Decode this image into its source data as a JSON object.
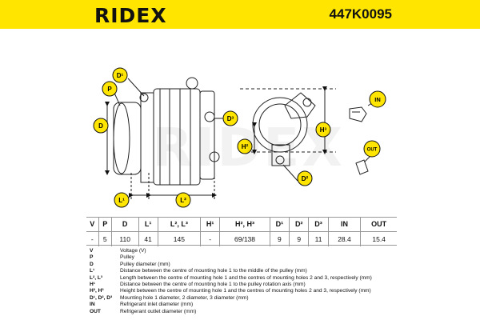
{
  "header": {
    "brand": "RIDEX",
    "part_number": "447K0095",
    "background_color": "#ffe500"
  },
  "drawing": {
    "labels": {
      "d1": "D¹",
      "p": "P",
      "d": "D",
      "l1": "L¹",
      "l2": "L²",
      "d3": "D³",
      "h2": "H²",
      "h3": "H³",
      "d2": "D²",
      "in": "IN",
      "out": "OUT"
    },
    "watermark": "RIDEX"
  },
  "specs": {
    "headers": [
      "V",
      "P",
      "D",
      "L¹",
      "L², L³",
      "H¹",
      "H², H³",
      "D¹",
      "D²",
      "D³",
      "IN",
      "OUT"
    ],
    "values": [
      "-",
      "5",
      "110",
      "41",
      "145",
      "-",
      "69/138",
      "9",
      "9",
      "11",
      "28.4",
      "15.4"
    ]
  },
  "legend": [
    {
      "symbol": "V",
      "desc": "Voltage (V)"
    },
    {
      "symbol": "P",
      "desc": "Pulley"
    },
    {
      "symbol": "D",
      "desc": "Pulley diameter (mm)"
    },
    {
      "symbol": "L¹",
      "desc": "Distance between the centre of mounting hole 1 to the middle of the pulley (mm)"
    },
    {
      "symbol": "L², L³",
      "desc": "Length between the centre of mounting hole 1 and the centres of mounting holes 2 and 3, respectively (mm)"
    },
    {
      "symbol": "H¹",
      "desc": "Distance between the centre of mounting hole 1 to the pulley rotation axis (mm)"
    },
    {
      "symbol": "H², H³",
      "desc": "Height between the centre of mounting hole 1 and the centres of mounting holes 2 and 3, respectively (mm)"
    },
    {
      "symbol": "D¹, D², D³",
      "desc": "Mounting hole 1 diameter, 2 diameter, 3 diameter (mm)"
    },
    {
      "symbol": "IN",
      "desc": "Refrigerant inlet diameter (mm)"
    },
    {
      "symbol": "OUT",
      "desc": "Refrigerant outlet diameter (mm)"
    }
  ]
}
